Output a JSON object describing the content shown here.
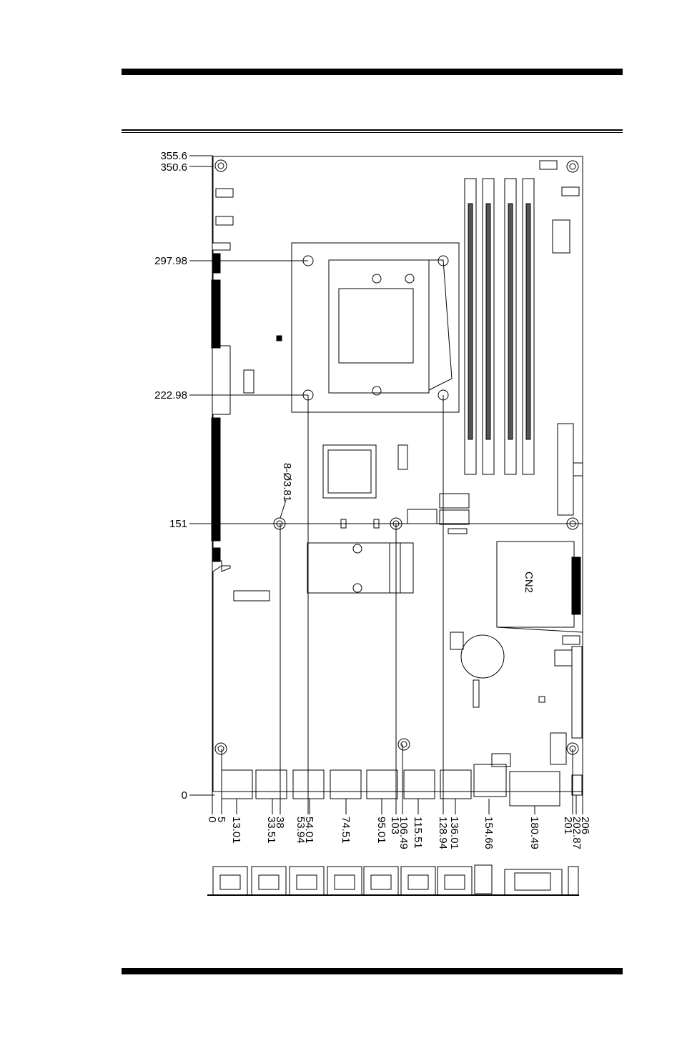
{
  "diagram": {
    "y_dims": [
      {
        "label": "355.6"
      },
      {
        "label": "350.6"
      },
      {
        "label": "297.98"
      },
      {
        "label": "222.98"
      },
      {
        "label": "151"
      },
      {
        "label": "0"
      }
    ],
    "x_dims": [
      "0",
      "5",
      "13.01",
      "33.51",
      "38",
      "53.94",
      "54.01",
      "74.51",
      "95.01",
      "103",
      "106.49",
      "115.51",
      "128.94",
      "136.01",
      "154.66",
      "180.49",
      "201",
      "202.87",
      "206"
    ],
    "hole_note": "8-Ø3.81",
    "connector_label": "CN2"
  }
}
